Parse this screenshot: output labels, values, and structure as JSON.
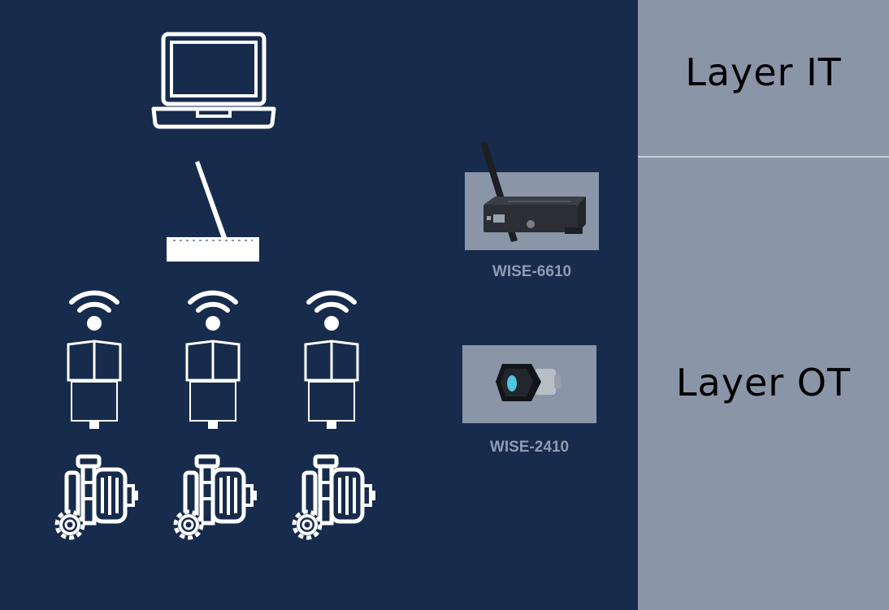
{
  "layers": {
    "it_label": "Layer IT",
    "ot_label": "Layer OT"
  },
  "devices": {
    "gateway": {
      "caption": "WISE-6610"
    },
    "sensor": {
      "caption": "WISE-2410"
    }
  },
  "icons": {
    "top": "laptop-icon",
    "middle": "router-icon",
    "nodes": [
      "wifi-icon",
      "sensor-node-icon",
      "motor-icon"
    ]
  },
  "colors": {
    "background": "#172b4d",
    "layer_panel": "#8a95a8",
    "icon": "#ffffff",
    "caption": "#8f9bb0"
  }
}
